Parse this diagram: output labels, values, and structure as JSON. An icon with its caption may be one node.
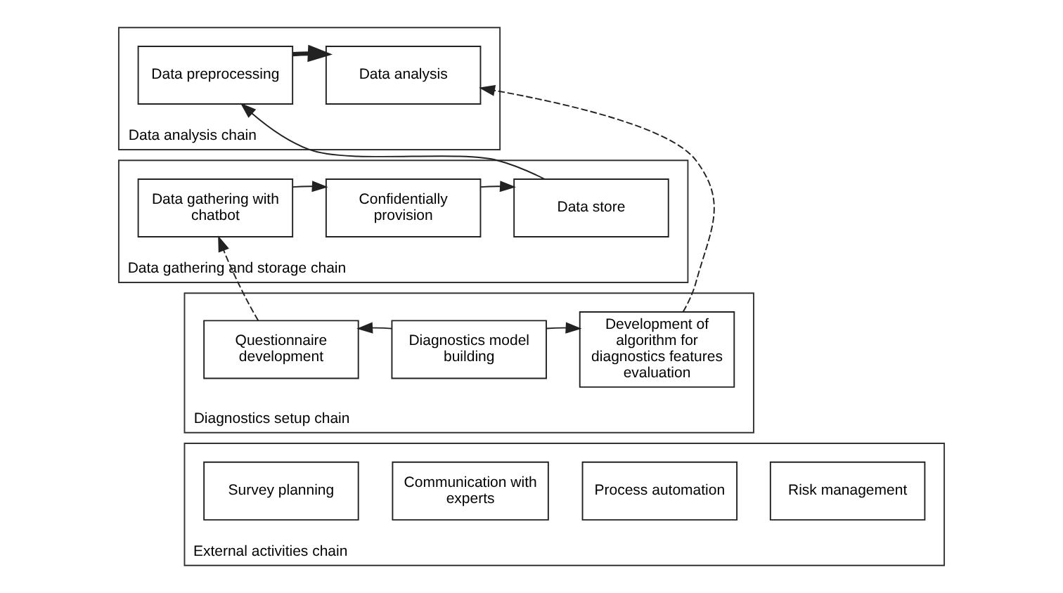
{
  "diagram": {
    "nodes": [
      {
        "text": [
          "Data analysis chain"
        ]
      },
      {
        "text": [
          "Data preprocessing"
        ],
        "in": 0
      },
      {
        "text": [
          "Data analysis"
        ],
        "in": 0
      },
      {
        "text": [
          "Data gathering and storage chain"
        ]
      },
      {
        "text": [
          "Data gathering with chatbot"
        ],
        "in": 3
      },
      {
        "text": [
          "Confidentially provision"
        ],
        "in": 3
      },
      {
        "text": [
          "Data store"
        ],
        "in": 3
      },
      {
        "text": [
          "Diagnostics setup chain"
        ]
      },
      {
        "text": [
          "Questionnaire development"
        ],
        "in": 7
      },
      {
        "text": [
          "Diagnostics model building"
        ],
        "in": 7
      },
      {
        "text": [
          "Development of algorithm for diagnostics features evaluation"
        ],
        "in": 7
      },
      {
        "text": [
          "External activities chain"
        ]
      },
      {
        "text": [
          "Survey planning"
        ],
        "in": 11
      },
      {
        "text": [
          "Communication with experts"
        ],
        "in": 11
      },
      {
        "text": [
          "Process automation"
        ],
        "in": 11
      },
      {
        "text": [
          "Risk management"
        ],
        "in": 11
      }
    ],
    "edges": [
      {
        "from": 1,
        "to": 2,
        "arrow": "to",
        "style": "thick"
      },
      {
        "from": 4,
        "to": 5,
        "arrow": "to"
      },
      {
        "from": 5,
        "to": 6,
        "arrow": "to"
      },
      {
        "from": 6,
        "to": 1,
        "arrow": "to"
      },
      {
        "from": 8,
        "to": 4,
        "arrow": "to",
        "style": "dashed"
      },
      {
        "from": 9,
        "to": 8,
        "arrow": "to"
      },
      {
        "from": 9,
        "to": 10,
        "arrow": "to"
      },
      {
        "from": 10,
        "to": 2,
        "arrow": "to",
        "style": "dashed"
      }
    ]
  }
}
